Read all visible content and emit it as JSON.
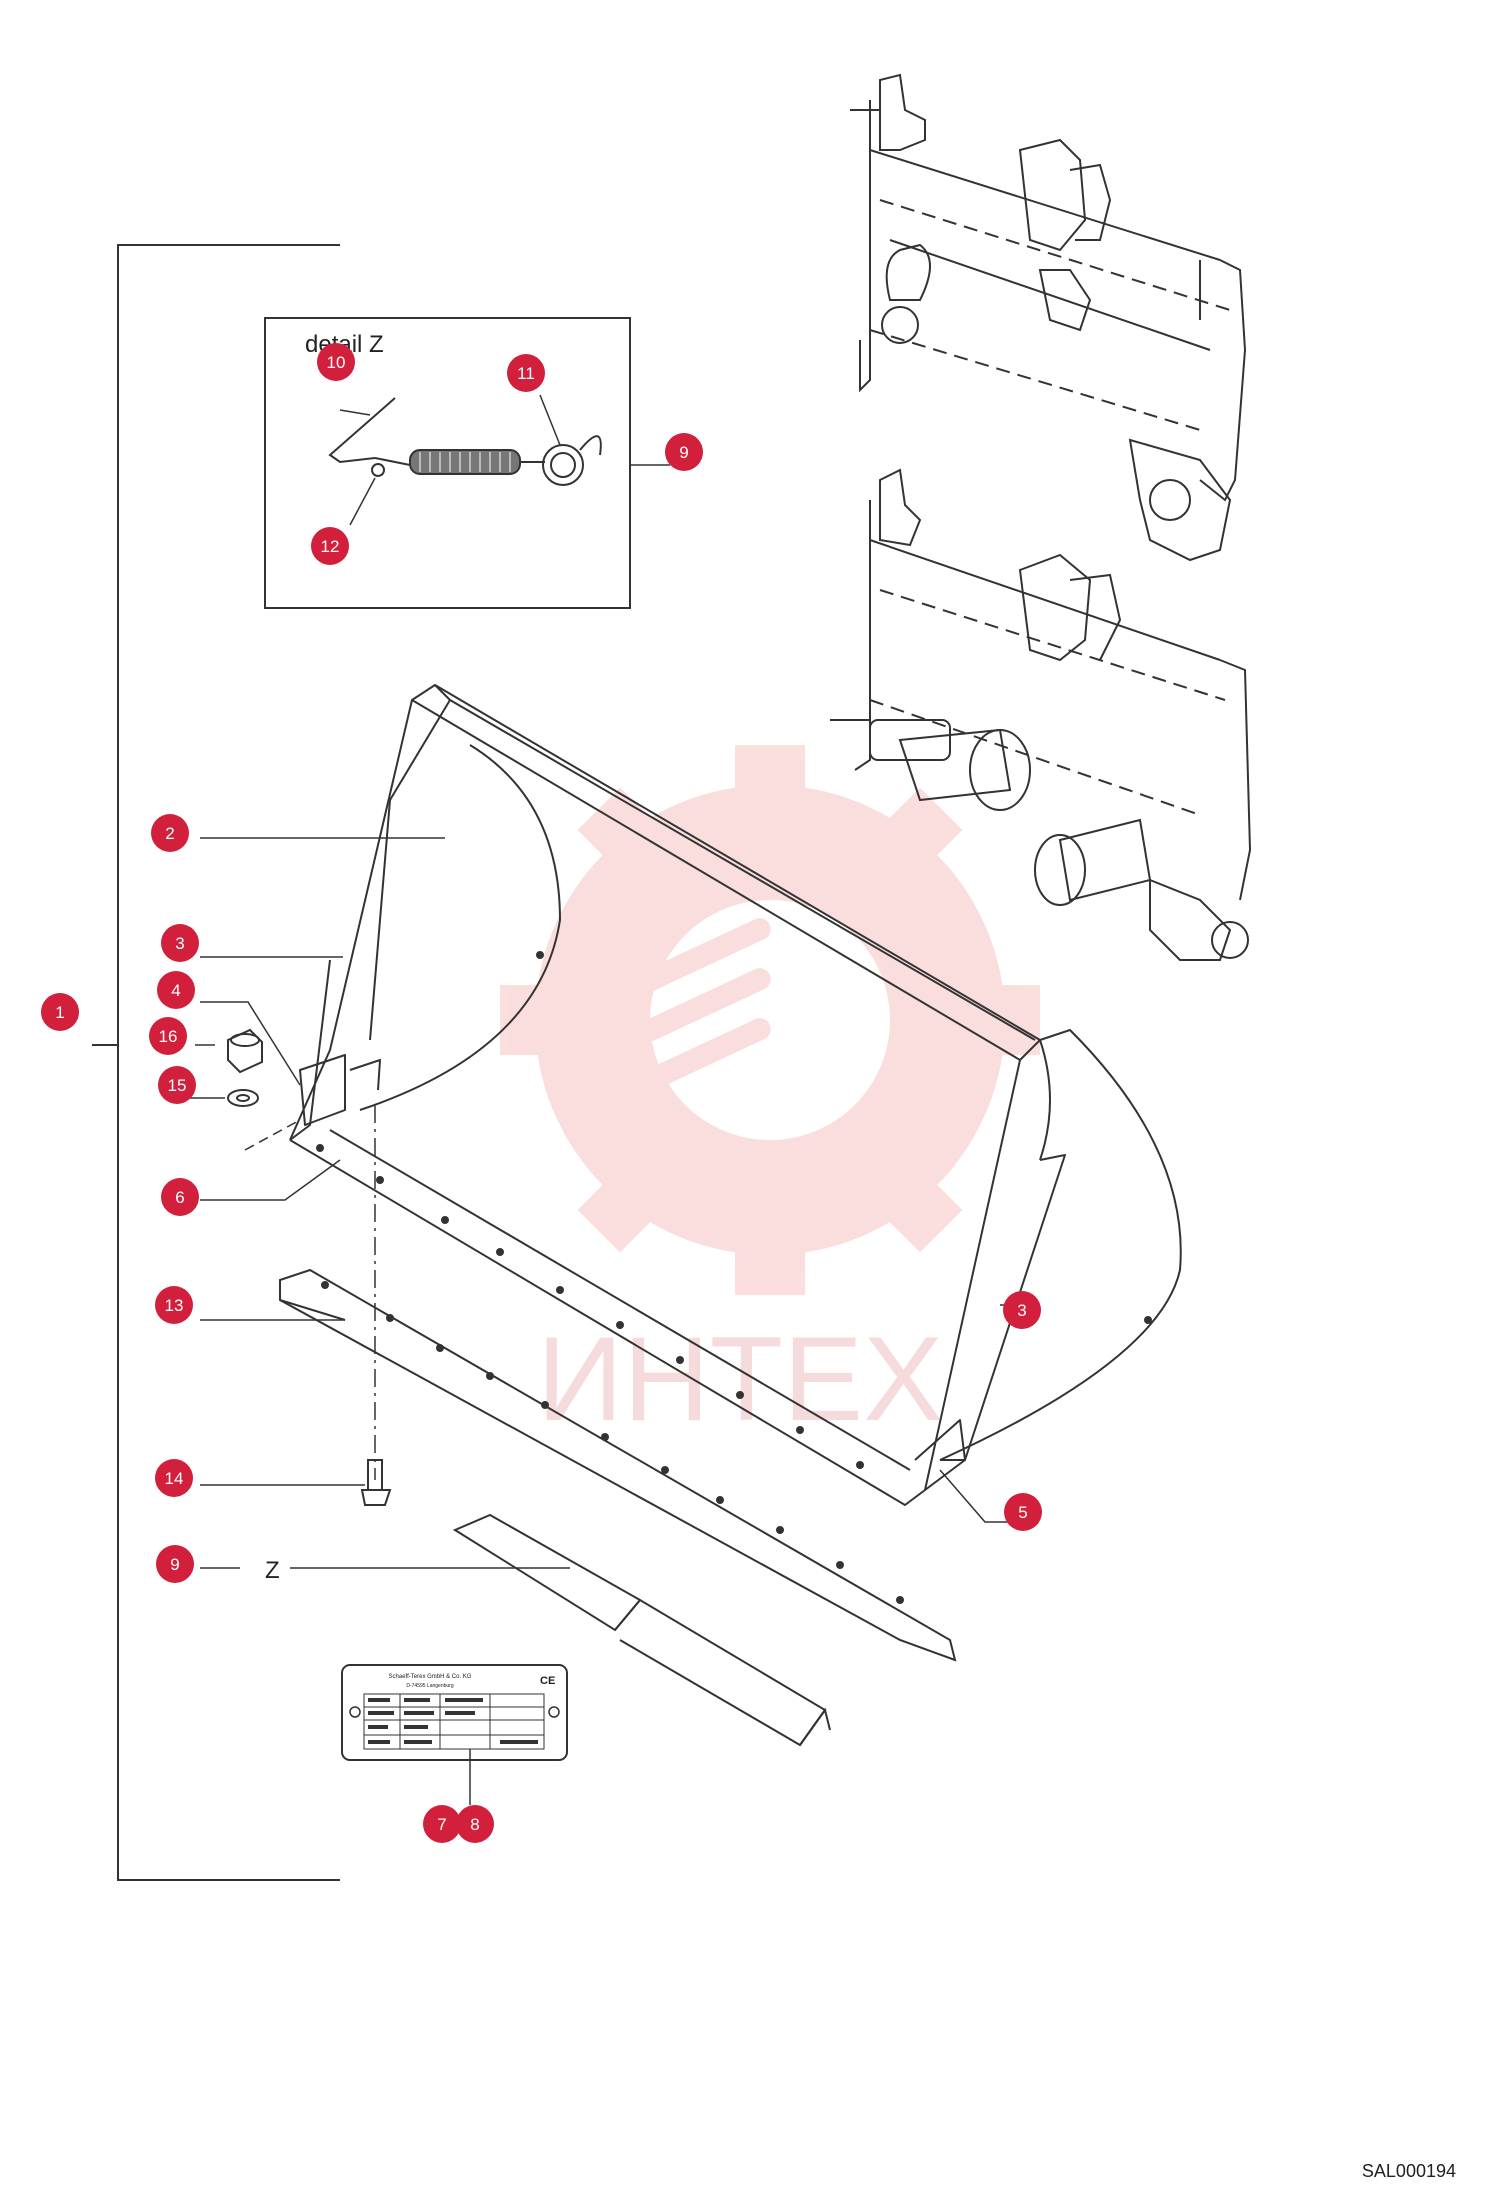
{
  "detail_box": {
    "title": "detail Z"
  },
  "labels": {
    "z_marker": "Z",
    "drawing_code": "SAL000194"
  },
  "plate": {
    "line1": "Schaeff-Terex GmbH & Co. KG",
    "line2": "D-74595 Langenburg",
    "ce": "CE"
  },
  "watermark": {
    "text": "ИНТЕХ",
    "color": "#f6c9c9"
  },
  "badge_color": "#d21f3c",
  "badges": [
    "1",
    "2",
    "3",
    "3",
    "4",
    "5",
    "6",
    "7",
    "8",
    "9",
    "9",
    "10",
    "11",
    "12",
    "13",
    "14",
    "15",
    "16"
  ]
}
